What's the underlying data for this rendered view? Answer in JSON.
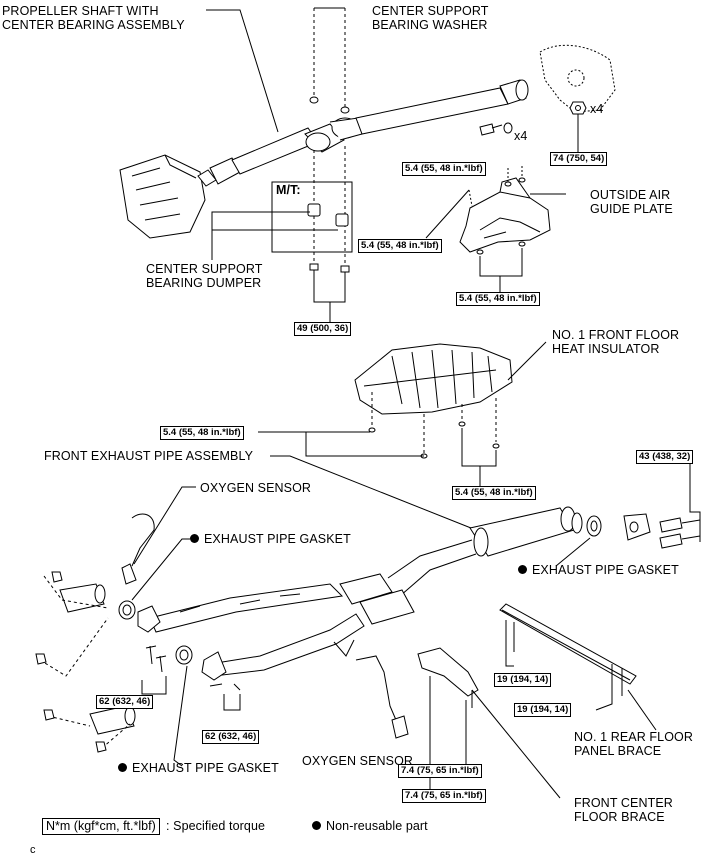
{
  "labels": {
    "propeller_shaft": [
      "PROPELLER SHAFT WITH",
      "CENTER BEARING ASSEMBLY"
    ],
    "center_support_washer": [
      "CENTER SUPPORT",
      "BEARING WASHER"
    ],
    "mt": "M/T:",
    "center_support_dumper": [
      "CENTER SUPPORT",
      "BEARING DUMPER"
    ],
    "outside_air_guide": [
      "OUTSIDE AIR",
      "GUIDE PLATE"
    ],
    "floor_heat_insulator": [
      "NO. 1 FRONT FLOOR",
      "HEAT INSULATOR"
    ],
    "front_exhaust_pipe": "FRONT EXHAUST PIPE ASSEMBLY",
    "oxygen_sensor_top": "OXYGEN SENSOR",
    "exhaust_gasket_1": "EXHAUST PIPE GASKET",
    "exhaust_gasket_2": "EXHAUST PIPE GASKET",
    "exhaust_gasket_3": "EXHAUST PIPE GASKET",
    "oxygen_sensor_bottom": "OXYGEN SENSOR",
    "rear_floor_brace": [
      "NO. 1 REAR FLOOR",
      "PANEL BRACE"
    ],
    "front_center_brace": [
      "FRONT CENTER",
      "FLOOR BRACE"
    ],
    "x4_a": "x4",
    "x4_b": "x4",
    "corner_mark": "c"
  },
  "torques": {
    "t_74": "74 (750, 54)",
    "t_54_a": "5.4 (55, 48 in.*lbf)",
    "t_54_b": "5.4 (55, 48 in.*lbf)",
    "t_54_c": "5.4 (55, 48 in.*lbf)",
    "t_49": "49 (500, 36)",
    "t_54_d": "5.4 (55, 48 in.*lbf)",
    "t_54_e": "5.4 (55, 48 in.*lbf)",
    "t_43": "43 (438, 32)",
    "t_62_a": "62 (632, 46)",
    "t_62_b": "62 (632, 46)",
    "t_19_a": "19 (194, 14)",
    "t_19_b": "19 (194, 14)",
    "t_74_a": "7.4 (75, 65 in.*lbf)",
    "t_74_b": "7.4 (75, 65 in.*lbf)"
  },
  "legend": {
    "torque_unit": "N*m (kgf*cm, ft.*lbf)",
    "torque_desc": ": Specified torque",
    "nonreusable": "Non-reusable part"
  }
}
